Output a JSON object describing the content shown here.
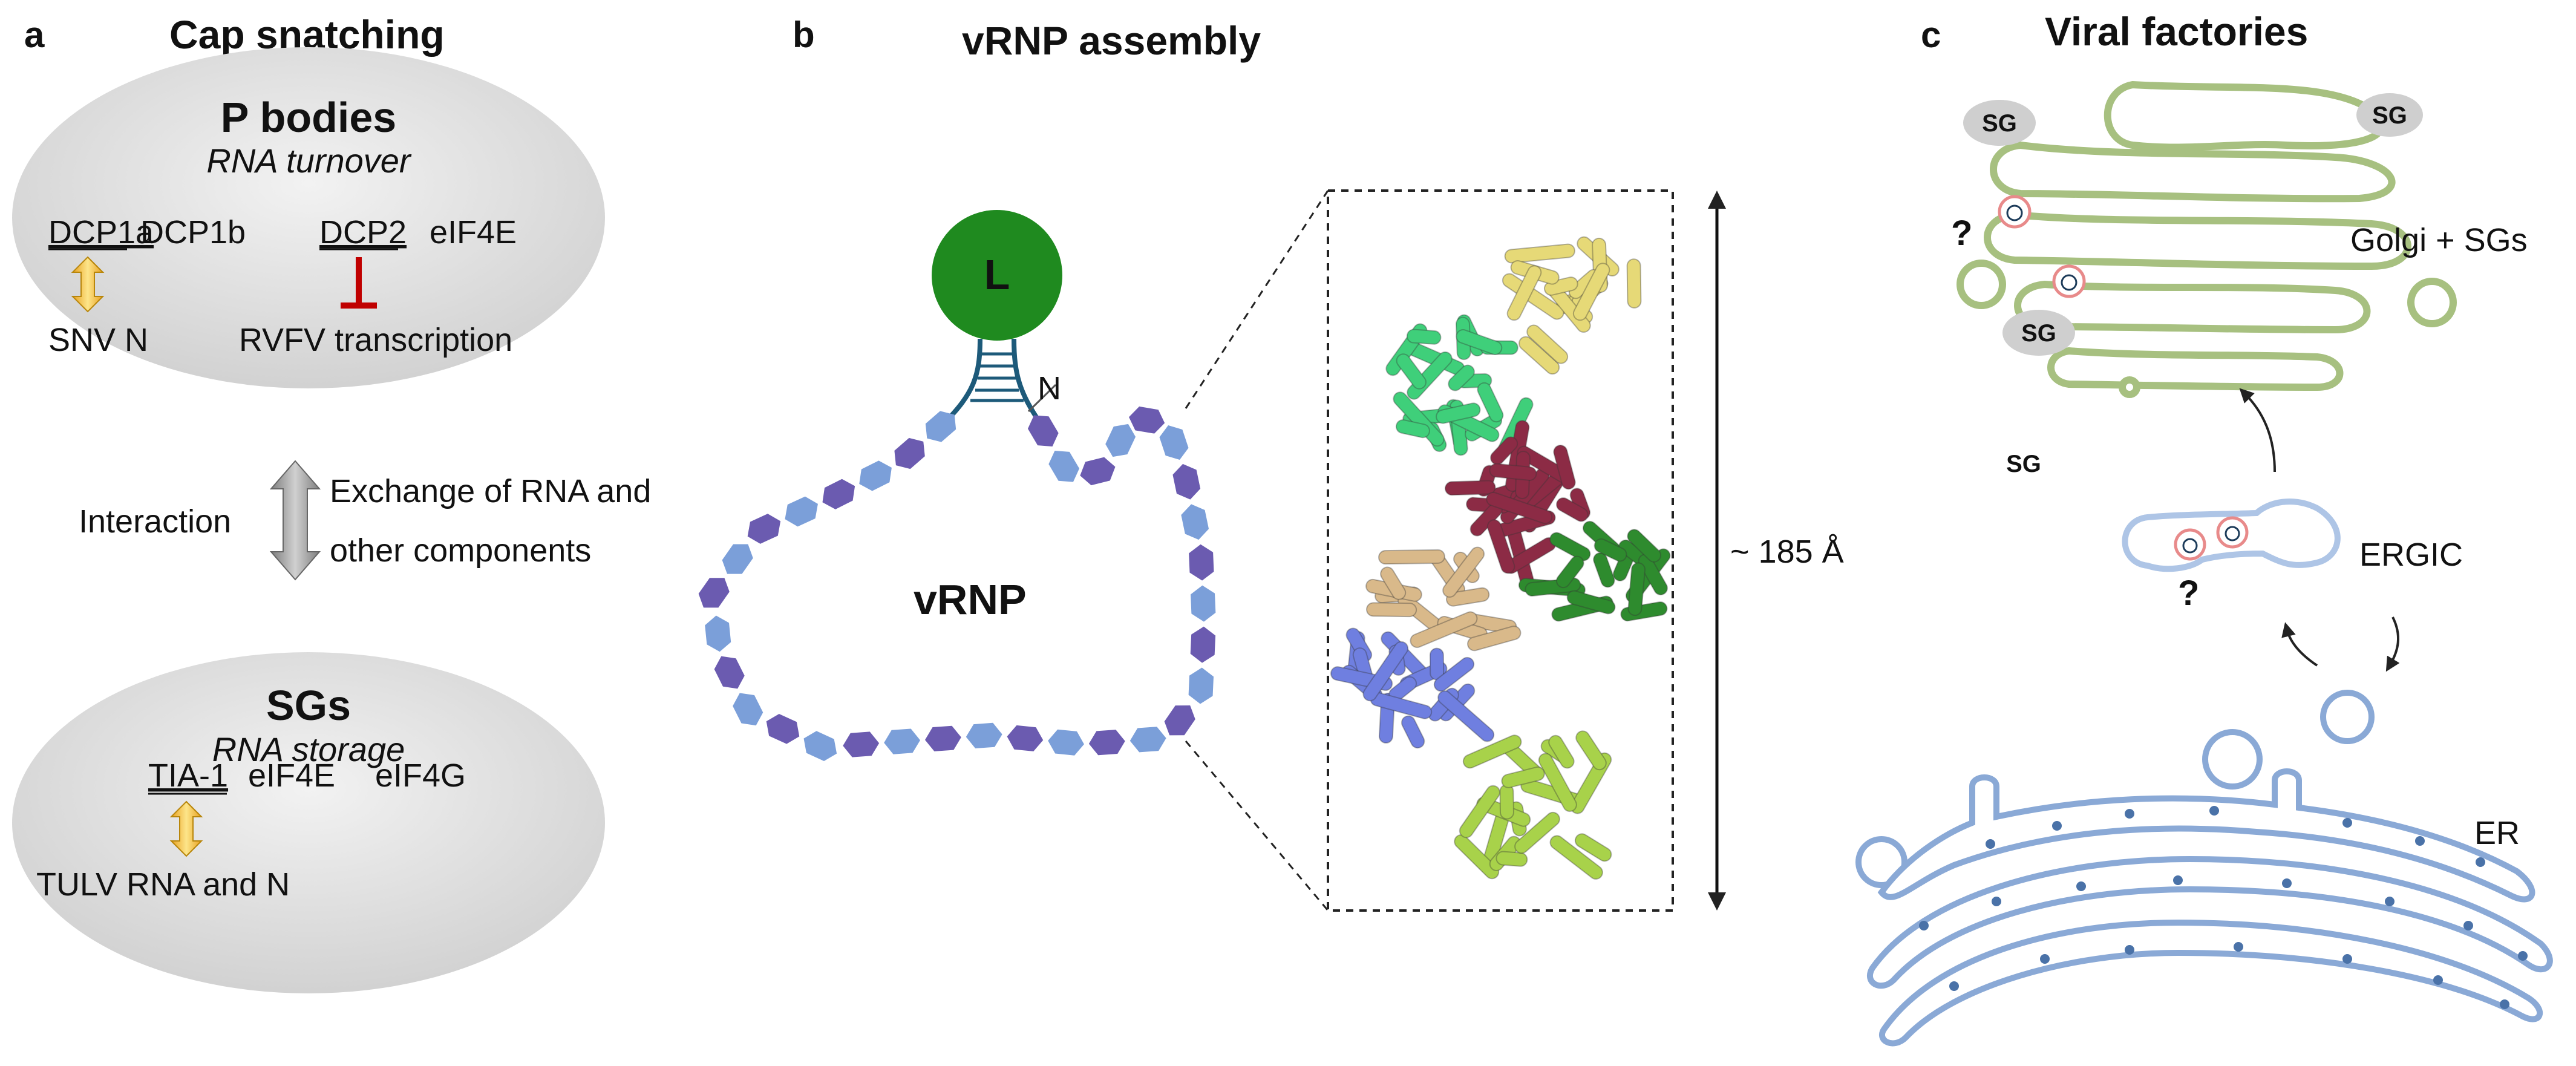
{
  "panel_a": {
    "letter": "a",
    "title": "Cap snatching",
    "p_bodies": {
      "title": "P bodies",
      "subtitle": "RNA turnover",
      "factors": [
        "DCP1a",
        "DCP1b",
        "DCP2",
        "eIF4E"
      ],
      "target_left": "SNV N",
      "target_right": "RVFV transcription"
    },
    "interaction_label": "Interaction",
    "exchange_line1": "Exchange of RNA and",
    "exchange_line2": "other components",
    "sgs": {
      "title": "SGs",
      "subtitle": "RNA storage",
      "factors": [
        "TIA-1",
        "eIF4E",
        "eIF4G"
      ],
      "target": "TULV RNA and N"
    }
  },
  "panel_b": {
    "letter": "b",
    "title": "vRNP assembly",
    "polymerase_label": "L",
    "n_label": "N",
    "vrnp_label": "vRNP",
    "dimension_label": "~ 185 Å"
  },
  "panel_c": {
    "letter": "c",
    "title": "Viral factories",
    "sg_label": "SG",
    "golgi_label": "Golgi + SGs",
    "ergic_label": "ERGIC",
    "er_label": "ER",
    "question_mark": "?"
  },
  "colors": {
    "ellipse_grey": "#d9d9d9",
    "polymerase_green": "#1f8a1f",
    "n_light": "#7b9fd9",
    "n_dark": "#6b5bb0",
    "rna_teal": "#1d5a7a",
    "inhibit_red": "#c00000",
    "arrow_yellow": "#f5c542",
    "golgi_green": "#a7c080",
    "er_blue": "#8aa9d6",
    "ergic_blue": "#aec5e6",
    "vesicle_pink": "#e88a8a"
  }
}
